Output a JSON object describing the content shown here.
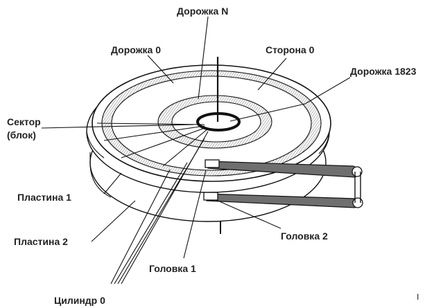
{
  "labels": {
    "track_n": "Дорожка N",
    "track_0": "Дорожка 0",
    "side_0": "Сторона 0",
    "track_1823": "Дорожка 1823",
    "sector_line1": "Сектор",
    "sector_line2": "(блок)",
    "platter_1": "Пластина 1",
    "platter_2": "Пластина 2",
    "head_2": "Головка 2",
    "head_1": "Головка 1",
    "cylinder_0": "Цилиндр 0",
    "corner_mark": "I"
  },
  "colors": {
    "ink": "#111111",
    "label": "#222222",
    "hatch": "#9a9a9a",
    "arm": "#6f6f6f",
    "background": "#ffffff"
  }
}
